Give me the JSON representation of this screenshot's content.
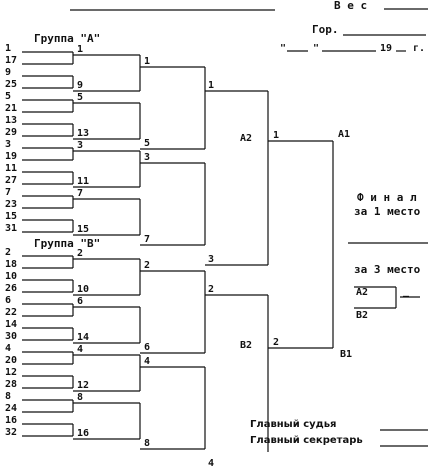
{
  "header": {
    "weight_label": "В е с",
    "city_label": "Гор.",
    "date_open_quote": "\"",
    "date_mid_quote": "\"",
    "date_year_suffix": "19",
    "date_year_unit": "г."
  },
  "groups": {
    "a": {
      "title": "Группа \"А\"",
      "seeds": [
        "1",
        "17",
        "9",
        "25",
        "5",
        "21",
        "13",
        "29",
        "3",
        "19",
        "11",
        "27",
        "7",
        "23",
        "15",
        "31"
      ],
      "round1": [
        "1",
        "9",
        "5",
        "13",
        "3",
        "11",
        "7",
        "15"
      ],
      "round2": [
        "1",
        "5",
        "3",
        "7"
      ],
      "round3": [
        "1",
        "3"
      ],
      "semi": "1",
      "group_label": "A2"
    },
    "b": {
      "title": "Группа \"В\"",
      "seeds": [
        "2",
        "18",
        "10",
        "26",
        "6",
        "22",
        "14",
        "30",
        "4",
        "20",
        "12",
        "28",
        "8",
        "24",
        "16",
        "32"
      ],
      "round1": [
        "2",
        "10",
        "6",
        "14",
        "4",
        "12",
        "8",
        "16"
      ],
      "round2": [
        "2",
        "6",
        "4",
        "8"
      ],
      "round3": [
        "2",
        "4"
      ],
      "semi": "2",
      "group_label": "B2"
    }
  },
  "final": {
    "a1": "A1",
    "b1": "B1",
    "title_line1": "Ф и н а л",
    "title_line2": "за 1 место"
  },
  "third_place": {
    "title": "за 3 место",
    "upper": "A2",
    "lower": "B2",
    "result_dash": "—"
  },
  "footer": {
    "chief_judge": "Главный судья",
    "chief_secretary": "Главный секретарь"
  }
}
